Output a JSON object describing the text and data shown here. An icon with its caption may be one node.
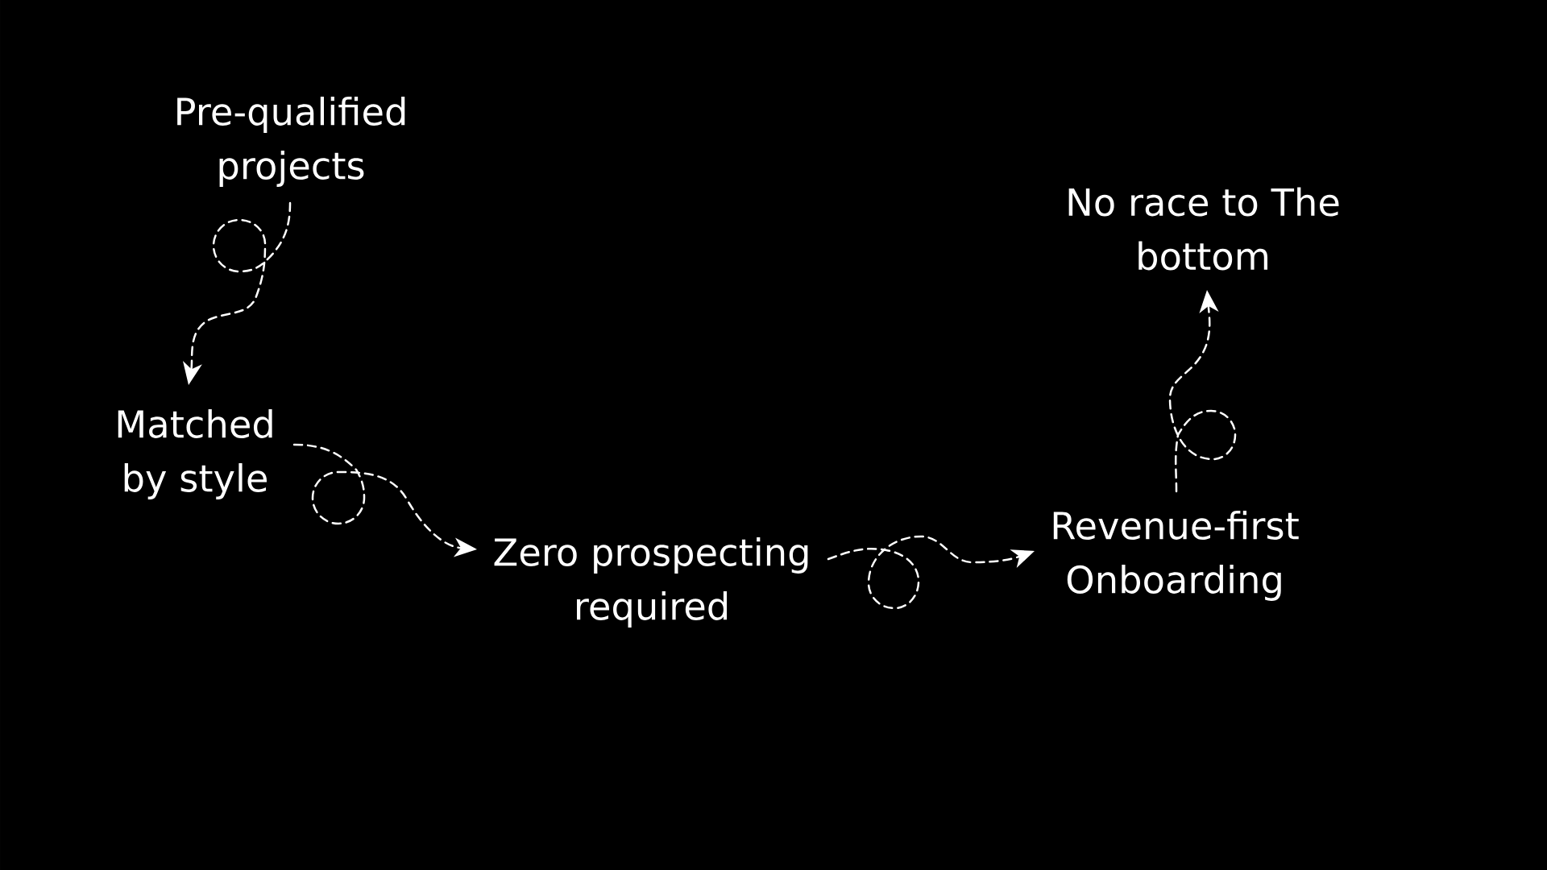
{
  "diagram": {
    "nodes": [
      {
        "text": [
          "Pre-qualified projects"
        ]
      },
      {
        "text": [
          "Matched by style"
        ]
      },
      {
        "text": [
          "Zero prospecting required"
        ]
      },
      {
        "text": [
          "Revenue-first Onboarding"
        ]
      },
      {
        "text": [
          "No race to The bottom"
        ]
      }
    ],
    "edges": [
      {
        "from": 0,
        "to": 1,
        "arrow": "to",
        "style": "dashed"
      },
      {
        "from": 1,
        "to": 2,
        "arrow": "to",
        "style": "dashed"
      },
      {
        "from": 2,
        "to": 3,
        "arrow": "to",
        "style": "dashed"
      },
      {
        "from": 3,
        "to": 4,
        "arrow": "to",
        "style": "dashed"
      }
    ]
  }
}
